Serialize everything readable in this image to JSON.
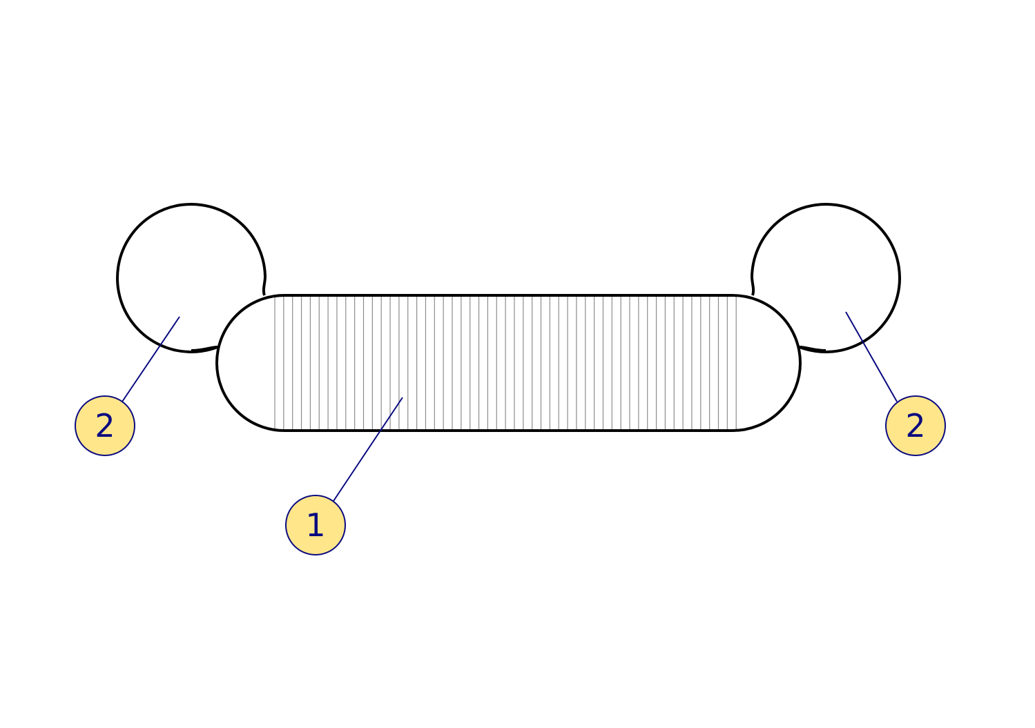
{
  "callouts": [
    {
      "id": "callout-1",
      "label": "1"
    },
    {
      "id": "callout-2-left",
      "label": "2"
    },
    {
      "id": "callout-2-right",
      "label": "2"
    }
  ],
  "colors": {
    "outline": "#000000",
    "hatch": "#8c8c8c",
    "leader": "#0a0a80",
    "callout_fill": "#ffe68a"
  }
}
